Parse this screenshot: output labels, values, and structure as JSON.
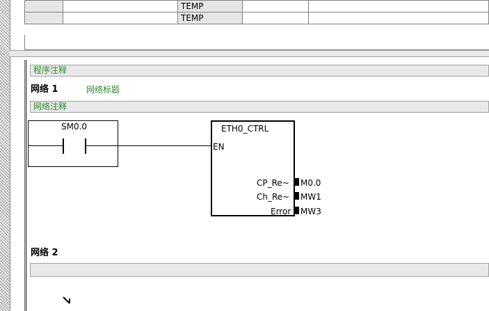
{
  "var_table": {
    "rows": [
      {
        "name": "",
        "type": "TEMP",
        "data_type": "",
        "comment": ""
      },
      {
        "name": "",
        "type": "TEMP",
        "data_type": "",
        "comment": ""
      }
    ]
  },
  "program": {
    "program_comment": "程序注释",
    "network1": {
      "label": "网络 1",
      "title": "网络标题",
      "comment": "网络注释",
      "contact": "SM0.0",
      "block": {
        "name": "ETH0_CTRL",
        "en": "EN",
        "outputs": [
          {
            "pin": "CP_Re~",
            "operand": "M0.0"
          },
          {
            "pin": "Ch_Re~",
            "operand": "MW1"
          },
          {
            "pin": "Error",
            "operand": "MW3"
          }
        ]
      }
    },
    "network2": {
      "label": "网络 2"
    }
  }
}
